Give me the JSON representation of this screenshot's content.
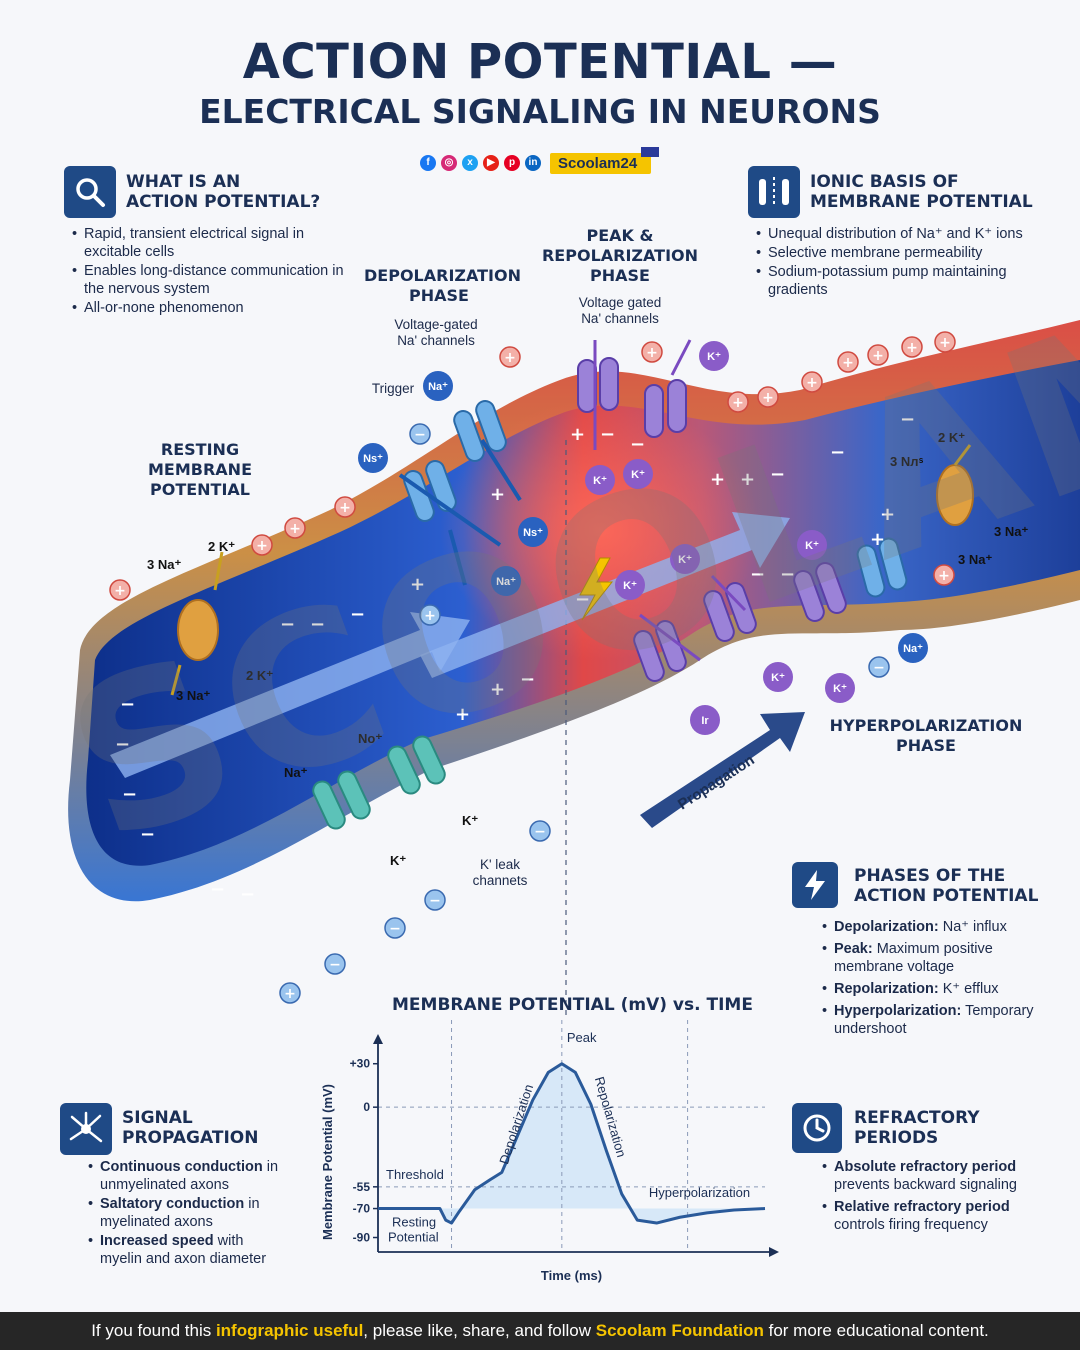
{
  "header": {
    "title_line1": "ACTION POTENTIAL —",
    "title_line2": "ELECTRICAL SIGNALING IN NEURONS",
    "brand": "Scoolam24"
  },
  "social_icons": [
    "facebook-icon",
    "instagram-icon",
    "x-icon",
    "youtube-icon",
    "pinterest-icon",
    "linkedin-icon"
  ],
  "what_is": {
    "heading_l1": "WHAT IS AN",
    "heading_l2": "ACTION POTENTIAL?",
    "items": [
      "Rapid, transient electrical signal in excitable cells",
      "Enables long-distance communication in the nervous system",
      "All-or-none phenomenon"
    ]
  },
  "ionic_basis": {
    "heading_l1": "IONIC BASIS OF",
    "heading_l2": "MEMBRANE POTENTIAL",
    "items": [
      "Unequal distribution of Na⁺ and K⁺ ions",
      "Selective membrane permeability",
      "Sodium-potassium pump maintaining gradients"
    ]
  },
  "diagram": {
    "resting": "RESTING MEMBRANE POTENTIAL",
    "depol_l1": "DEPOLARIZATION",
    "depol_l2": "PHASE",
    "peak_l1": "PEAK &",
    "peak_l2": "REPOLARIZATION",
    "peak_l3": "PHASE",
    "hyper_l1": "HYPERPOLARIZATION",
    "hyper_l2": "PHASE",
    "vg_na_1_l1": "Voltage-gated",
    "vg_na_1_l2": "Na' channels",
    "vg_na_2_l1": "Voltage gated",
    "vg_na_2_l2": "Na' channels",
    "trigger": "Trigger",
    "k_leak_l1": "K' leak",
    "k_leak_l2": "channets",
    "propagation": "Propagation",
    "pump_left": {
      "na_in": "3 Na⁺",
      "k_out": "2 K⁺",
      "na_out": "3 Na⁺",
      "k_in": "2 K⁺"
    },
    "pump_right": {
      "k": "2 K⁺",
      "na_top": "3 Nлˢ",
      "na_r1": "3 Na⁺",
      "na_r2": "3 Na⁺"
    },
    "ions": {
      "na_trigger": "Na⁺",
      "ns_left": "Ns⁺",
      "ns_inside": "Ns⁺",
      "na_inside": "Na⁺",
      "k_top": "K⁺",
      "k_in1": "K⁺",
      "k_in2": "K⁺",
      "k_mid1": "K⁺",
      "k_mid2": "K⁺",
      "k_mid3": "K⁺",
      "k_low1": "K⁺",
      "k_low2": "K⁺",
      "na_right": "Na⁺",
      "leak_na": "Na⁺",
      "leak_no": "No⁺",
      "leak_k1": "K⁺",
      "leak_k2": "K⁺",
      "ir": "Ir"
    }
  },
  "phases": {
    "heading_l1": "PHASES OF THE",
    "heading_l2": "ACTION POTENTIAL",
    "items": [
      {
        "term": "Depolarization:",
        "desc": " Na⁺ influx"
      },
      {
        "term": "Peak:",
        "desc": " Maximum positive membrane voltage"
      },
      {
        "term": "Repolarization:",
        "desc": " K⁺ efflux"
      },
      {
        "term": "Hyperpolarization:",
        "desc": " Temporary undershoot"
      }
    ]
  },
  "signal_propagation": {
    "heading_l1": "SIGNAL",
    "heading_l2": "PROPAGATION",
    "items": [
      {
        "term": "Continuous conduction",
        "desc": " in unmyelinated axons"
      },
      {
        "term": "Saltatory conduction",
        "desc": " in myelinated axons"
      },
      {
        "term": "Increased speed",
        "desc": " with myelin and axon diameter"
      }
    ]
  },
  "refractory": {
    "heading_l1": "REFRACTORY",
    "heading_l2": "PERIODS",
    "items": [
      {
        "term": "Absolute refractory period",
        "desc": " prevents backward signaling"
      },
      {
        "term": "Relative refractory period",
        "desc": " controls firing frequency"
      }
    ]
  },
  "chart_data": {
    "type": "line",
    "title": "MEMBRANE POTENTIAL (mV) vs. TIME",
    "xlabel": "Time (ms)",
    "ylabel": "Membrane Potential (mV)",
    "yticks": [
      30,
      0,
      -55,
      -70,
      -90
    ],
    "ytick_labels": [
      "+30",
      "0",
      "-55",
      "-70",
      "-90"
    ],
    "ylim": [
      -100,
      45
    ],
    "xlim": [
      0,
      10
    ],
    "series": [
      {
        "x": [
          0,
          1.6,
          1.75,
          1.9,
          2.1,
          2.5,
          2.9,
          3.2,
          3.6,
          4.0,
          4.4,
          4.75,
          5.1,
          5.5,
          5.9,
          6.3,
          6.7,
          7.2,
          7.8,
          8.5,
          9.2,
          10
        ],
        "y": [
          -70,
          -70,
          -78,
          -80,
          -72,
          -57,
          -50,
          -45,
          -20,
          5,
          24,
          30,
          24,
          2,
          -30,
          -60,
          -78,
          -80,
          -76,
          -73,
          -71,
          -70
        ]
      }
    ],
    "annotations": {
      "peak": "Peak",
      "depolarization": "Depolarization",
      "repolarization": "Repolarization",
      "threshold": "Threshold",
      "resting_l1": "Resting",
      "resting_l2": "Potential",
      "hyperpolarization": "Hyperpolarization"
    }
  },
  "watermark": "SCOOLAM",
  "footer": {
    "part1": "If you found this ",
    "hl1": "infographic useful",
    "part2": ", please like, share, and follow ",
    "hl2": "Scoolam Foundation",
    "part3": " for more educational content."
  }
}
